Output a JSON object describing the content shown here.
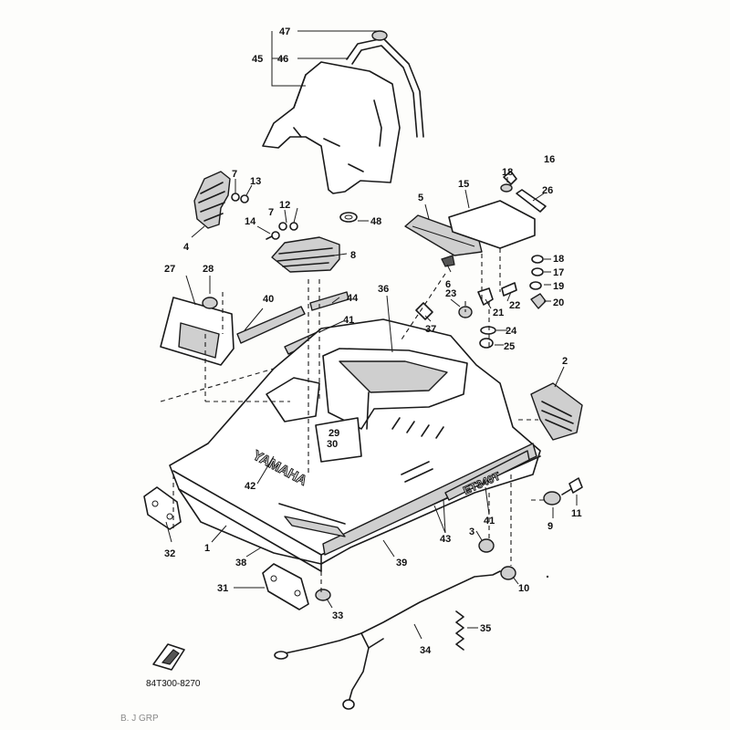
{
  "diagram": {
    "part_number": "84T300-8270",
    "footer_text": "B. J GRP",
    "brand_label": "YAMAHA",
    "model_label": "ET340T"
  },
  "callouts": [
    {
      "id": "c47",
      "label": "47"
    },
    {
      "id": "c45",
      "label": "45"
    },
    {
      "id": "c46",
      "label": "46"
    },
    {
      "id": "c7a",
      "label": "7"
    },
    {
      "id": "c13",
      "label": "13"
    },
    {
      "id": "c12",
      "label": "12"
    },
    {
      "id": "c7b",
      "label": "7"
    },
    {
      "id": "c14",
      "label": "14"
    },
    {
      "id": "c4",
      "label": "4"
    },
    {
      "id": "c8",
      "label": "8"
    },
    {
      "id": "c48",
      "label": "48"
    },
    {
      "id": "c16",
      "label": "16"
    },
    {
      "id": "c18a",
      "label": "18"
    },
    {
      "id": "c15",
      "label": "15"
    },
    {
      "id": "c26",
      "label": "26"
    },
    {
      "id": "c5",
      "label": "5"
    },
    {
      "id": "c18b",
      "label": "18"
    },
    {
      "id": "c17",
      "label": "17"
    },
    {
      "id": "c19",
      "label": "19"
    },
    {
      "id": "c20",
      "label": "20"
    },
    {
      "id": "c27",
      "label": "27"
    },
    {
      "id": "c28",
      "label": "28"
    },
    {
      "id": "c40",
      "label": "40"
    },
    {
      "id": "c44",
      "label": "44"
    },
    {
      "id": "c36",
      "label": "36"
    },
    {
      "id": "c41a",
      "label": "41"
    },
    {
      "id": "c6",
      "label": "6"
    },
    {
      "id": "c23",
      "label": "23"
    },
    {
      "id": "c21",
      "label": "21"
    },
    {
      "id": "c22",
      "label": "22"
    },
    {
      "id": "c37",
      "label": "37"
    },
    {
      "id": "c24",
      "label": "24"
    },
    {
      "id": "c25",
      "label": "25"
    },
    {
      "id": "c2",
      "label": "2"
    },
    {
      "id": "c29",
      "label": "29"
    },
    {
      "id": "c30",
      "label": "30"
    },
    {
      "id": "c42",
      "label": "42"
    },
    {
      "id": "c11",
      "label": "11"
    },
    {
      "id": "c9",
      "label": "9"
    },
    {
      "id": "c41b",
      "label": "41"
    },
    {
      "id": "c43",
      "label": "43"
    },
    {
      "id": "c3",
      "label": "3"
    },
    {
      "id": "c32",
      "label": "32"
    },
    {
      "id": "c1",
      "label": "1"
    },
    {
      "id": "c38",
      "label": "38"
    },
    {
      "id": "c39",
      "label": "39"
    },
    {
      "id": "c10",
      "label": "10"
    },
    {
      "id": "c31",
      "label": "31"
    },
    {
      "id": "c33",
      "label": "33"
    },
    {
      "id": "c35",
      "label": "35"
    },
    {
      "id": "c34",
      "label": "34"
    }
  ]
}
